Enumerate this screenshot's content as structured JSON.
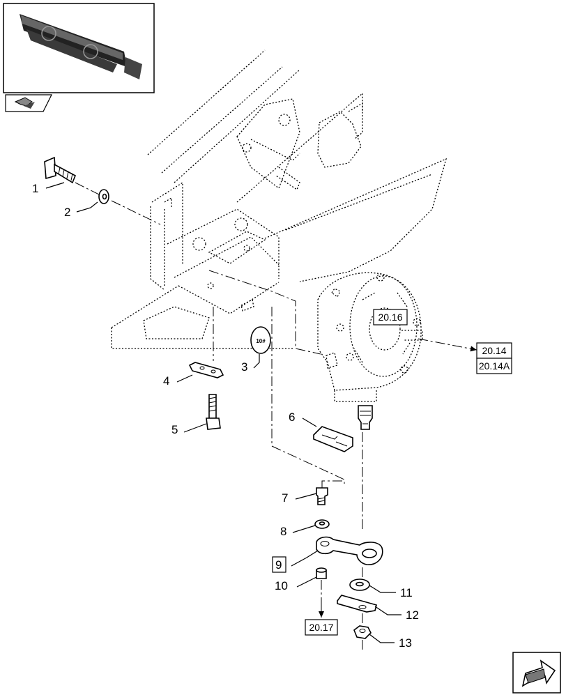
{
  "callouts": [
    {
      "id": "1",
      "label": "1"
    },
    {
      "id": "2",
      "label": "2"
    },
    {
      "id": "3",
      "label": "3"
    },
    {
      "id": "4",
      "label": "4"
    },
    {
      "id": "5",
      "label": "5"
    },
    {
      "id": "6",
      "label": "6"
    },
    {
      "id": "7",
      "label": "7"
    },
    {
      "id": "8",
      "label": "8"
    },
    {
      "id": "9",
      "label": "9"
    },
    {
      "id": "10",
      "label": "10"
    },
    {
      "id": "11",
      "label": "11"
    },
    {
      "id": "12",
      "label": "12"
    },
    {
      "id": "13",
      "label": "13"
    }
  ],
  "references": {
    "gearbox": "20.16",
    "output_a": "20.14",
    "output_b": "20.14A",
    "down": "20.17"
  },
  "label_tag": "10#",
  "icons": {
    "thumbnail": "header-thumbnail-icon",
    "previous": "previous-page-icon",
    "next": "next-page-icon"
  }
}
